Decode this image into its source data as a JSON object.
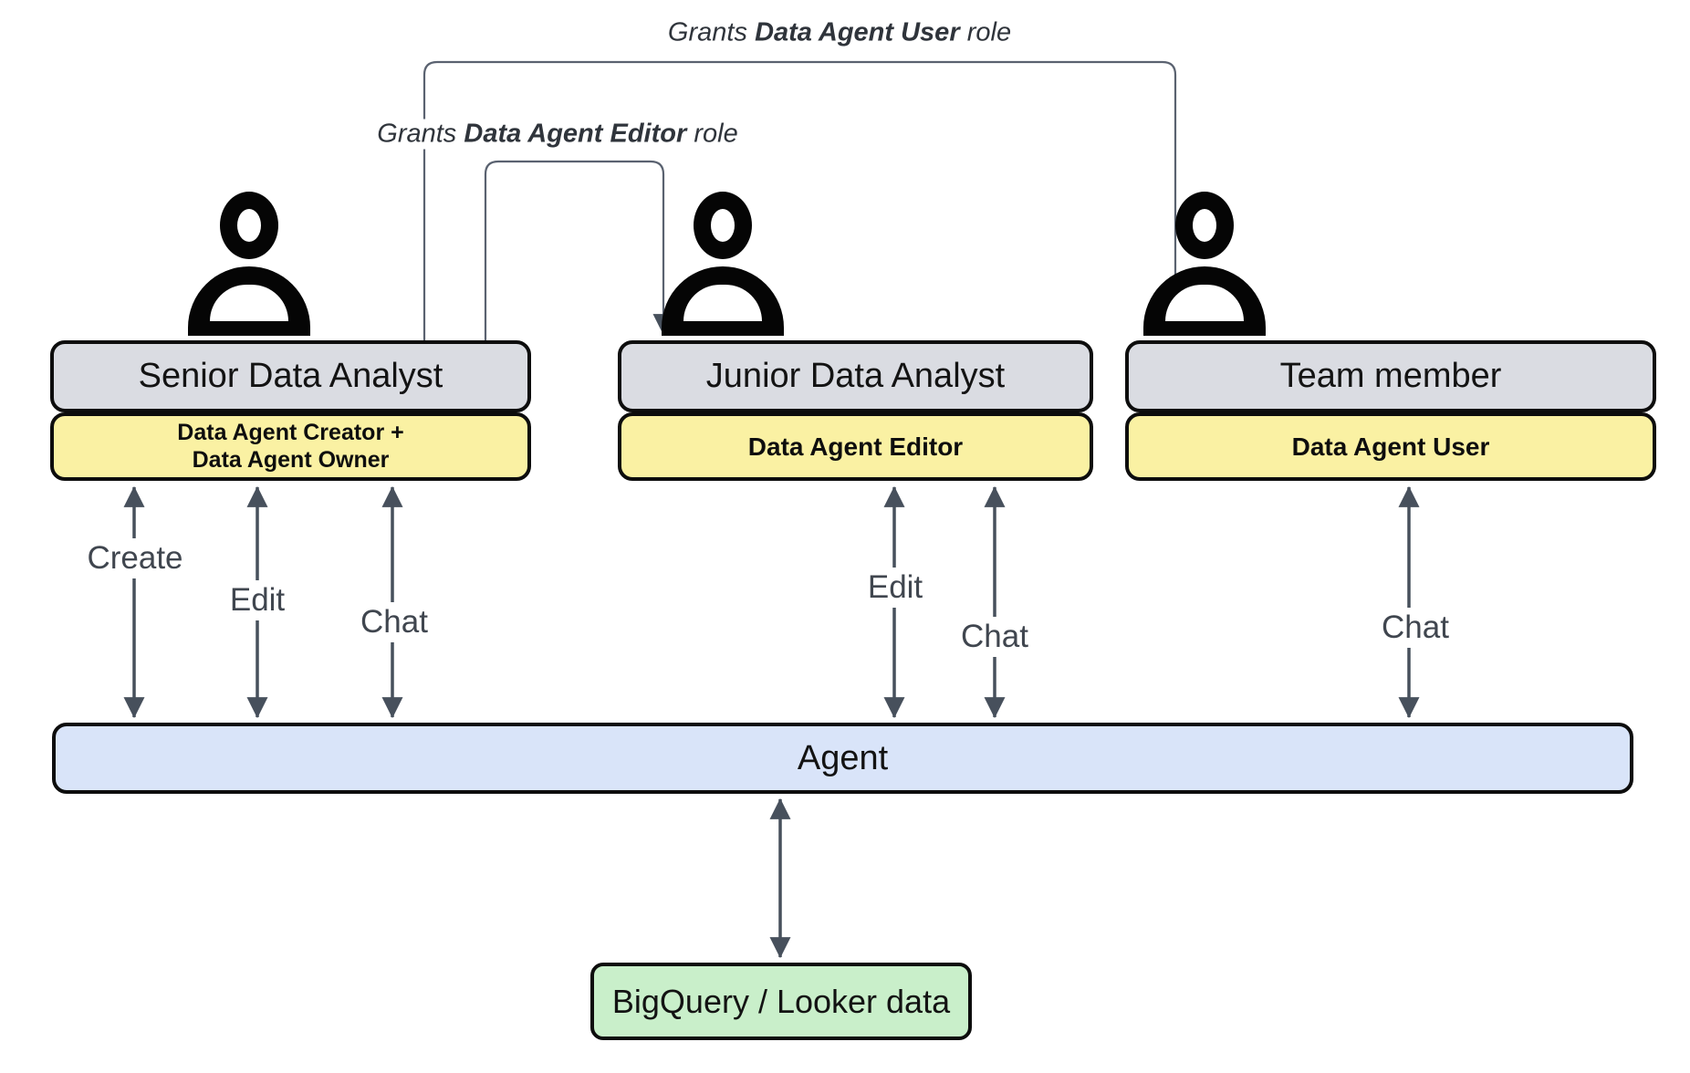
{
  "diagram": {
    "grants": [
      {
        "prefix": "Grants",
        "role": "Data Agent User",
        "suffix": "role"
      },
      {
        "prefix": "Grants",
        "role": "Data Agent Editor",
        "suffix": "role"
      }
    ],
    "actors": [
      {
        "title": "Senior Data Analyst",
        "badge_line1": "Data Agent Creator +",
        "badge_line2": "Data Agent Owner",
        "actions": [
          "Create",
          "Edit",
          "Chat"
        ]
      },
      {
        "title": "Junior Data Analyst",
        "badge": "Data Agent Editor",
        "actions": [
          "Edit",
          "Chat"
        ]
      },
      {
        "title": "Team member",
        "badge": "Data Agent User",
        "actions": [
          "Chat"
        ]
      }
    ],
    "agent_label": "Agent",
    "datastore_label": "BigQuery / Looker data",
    "colors": {
      "role_box": "#dadce2",
      "permission_box": "#faf1a3",
      "agent_bar": "#d9e4f9",
      "datastore_box": "#c9efca",
      "arrow": "#47505c"
    }
  }
}
